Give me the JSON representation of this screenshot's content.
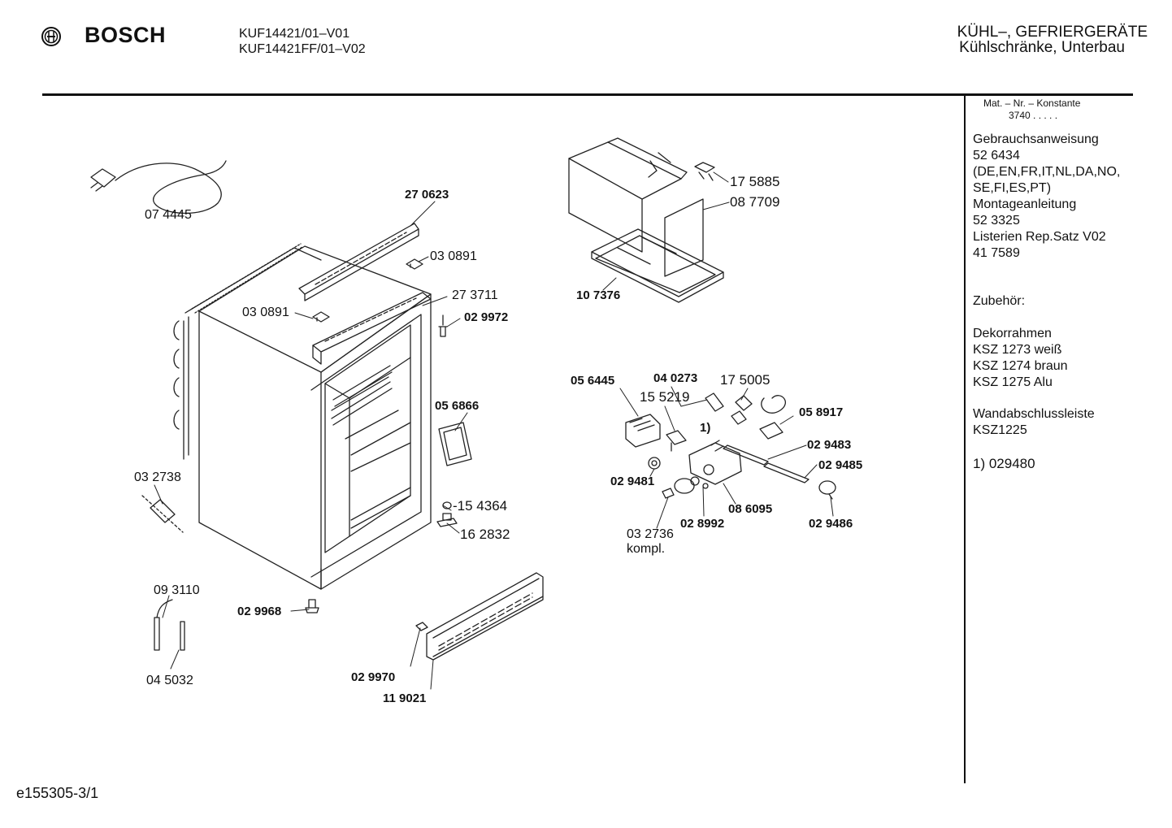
{
  "header": {
    "brand": "BOSCH",
    "models": [
      "KUF14421/01–V01",
      "KUF14421FF/01–V02"
    ],
    "category": "KÜHL–, GEFRIERGERÄTE",
    "subcategory": "Kühlschränke, Unterbau",
    "logo_icon": "bosch-armature-icon"
  },
  "sidebar": {
    "mat_title": "Mat. – Nr. – Konstante",
    "mat_value": "3740 .   .   .   .   .",
    "lines": [
      "Gebrauchsanweisung",
      "52 6434",
      "(DE,EN,FR,IT,NL,DA,NO,",
      "SE,FI,ES,PT)",
      "Montageanleitung",
      "52 3325",
      "Listerien Rep.Satz V02",
      "41 7589"
    ],
    "zubehoer": "Zubehör:",
    "dekor": [
      "Dekorrahmen",
      "KSZ 1273 weiß",
      "KSZ 1274 braun",
      "KSZ 1275 Alu"
    ],
    "wand": [
      "Wandabschlussleiste",
      "KSZ1225"
    ],
    "note": "1) 029480"
  },
  "parts": {
    "p074445": "07 4445",
    "p270623": "27 0623",
    "p030891a": "03 0891",
    "p030891b": "03 0891",
    "p273711": "27 3711",
    "p029972": "02 9972",
    "p056866": "05 6866",
    "p032738": "03 2738",
    "p154364": "-15 4364",
    "p162832": "16 2832",
    "p093110": "09 3110",
    "p045032": "04 5032",
    "p029968": "02 9968",
    "p029970": "02 9970",
    "p119021": "11 9021",
    "p175885": "17 5885",
    "p087709": "08 7709",
    "p107376": "10 7376",
    "p056445": "05 6445",
    "p040273": "04 0273",
    "p175005": "17 5005",
    "p155219": "15 5219",
    "p058917": "05 8917",
    "note1": "1)",
    "p029483": "02 9483",
    "p029485": "02 9485",
    "p029481": "02 9481",
    "p086095": "08 6095",
    "p028992": "02 8992",
    "p029486": "02 9486",
    "p032736": "03 2736",
    "kompl": "kompl."
  },
  "footer": {
    "doc_id": "e155305-3/1"
  }
}
